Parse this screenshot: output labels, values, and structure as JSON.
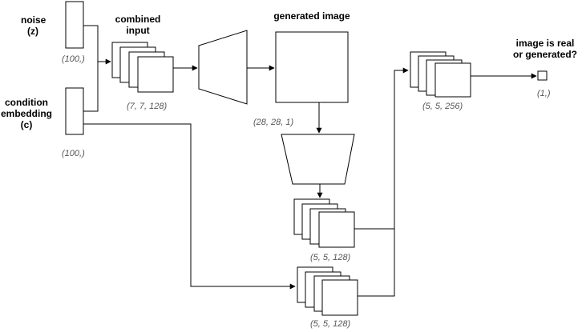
{
  "labels": {
    "noise": "noise",
    "noise_var": "(z)",
    "condition_line1": "condition",
    "condition_line2": "embedding",
    "condition_var": "(c)",
    "combined_line1": "combined",
    "combined_line2": "input",
    "generated_image": "generated image",
    "output_line1": "image is real",
    "output_line2": "or generated?"
  },
  "shapes": {
    "noise": "(100,)",
    "condition": "(100,)",
    "combined": "(7, 7, 128)",
    "generated": "(28, 28, 1)",
    "disc_features": "(5, 5, 128)",
    "cond_features": "(5, 5, 128)",
    "merged": "(5, 5, 256)",
    "output": "(1,)"
  }
}
